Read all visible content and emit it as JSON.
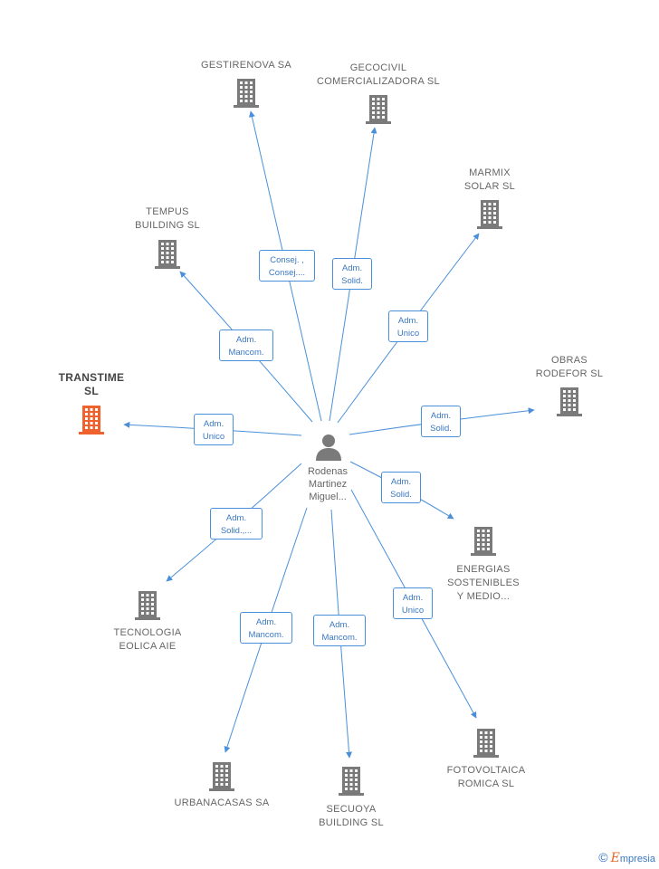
{
  "center": {
    "name": "Rodenas\nMartinez\nMiguel..."
  },
  "nodes": [
    {
      "id": "gestirenova",
      "label": "GESTIRENOVA SA",
      "highlight": false
    },
    {
      "id": "gecocivil",
      "label": "GECOCIVIL\nCOMERCIALIZADORA SL",
      "highlight": false
    },
    {
      "id": "marmix",
      "label": "MARMIX\nSOLAR SL",
      "highlight": false
    },
    {
      "id": "tempus",
      "label": "TEMPUS\nBUILDING  SL",
      "highlight": false
    },
    {
      "id": "obras",
      "label": "OBRAS\nRODEFOR  SL",
      "highlight": false
    },
    {
      "id": "transtime",
      "label": "TRANSTIME\nSL",
      "highlight": true
    },
    {
      "id": "energias",
      "label": "ENERGIAS\nSOSTENIBLES\nY MEDIO...",
      "highlight": false
    },
    {
      "id": "tecnologia",
      "label": "TECNOLOGIA\nEOLICA AIE",
      "highlight": false
    },
    {
      "id": "urbanacasas",
      "label": "URBANACASAS SA",
      "highlight": false
    },
    {
      "id": "secuoya",
      "label": "SECUOYA\nBUILDING  SL",
      "highlight": false
    },
    {
      "id": "fotovoltaica",
      "label": "FOTOVOLTAICA\nROMICA SL",
      "highlight": false
    }
  ],
  "relations": [
    {
      "target": "gestirenova",
      "label": "Consej. ,\nConsej...."
    },
    {
      "target": "gecocivil",
      "label": "Adm.\nSolid."
    },
    {
      "target": "marmix",
      "label": "Adm.\nUnico"
    },
    {
      "target": "tempus",
      "label": "Adm.\nMancom."
    },
    {
      "target": "obras",
      "label": "Adm.\nSolid."
    },
    {
      "target": "transtime",
      "label": "Adm.\nUnico"
    },
    {
      "target": "energias",
      "label": "Adm.\nSolid."
    },
    {
      "target": "tecnologia",
      "label": "Adm.\nSolid.,..."
    },
    {
      "target": "urbanacasas",
      "label": "Adm.\nMancom."
    },
    {
      "target": "secuoya",
      "label": "Adm.\nMancom."
    },
    {
      "target": "fotovoltaica",
      "label": "Adm.\nUnico"
    }
  ],
  "colors": {
    "edge": "#4a90d9",
    "building": "#7a7a7a",
    "highlight": "#f0622d",
    "person": "#7a7a7a"
  },
  "footer": {
    "copyright": "©",
    "brand_initial": "E",
    "brand_rest": "mpresia"
  }
}
